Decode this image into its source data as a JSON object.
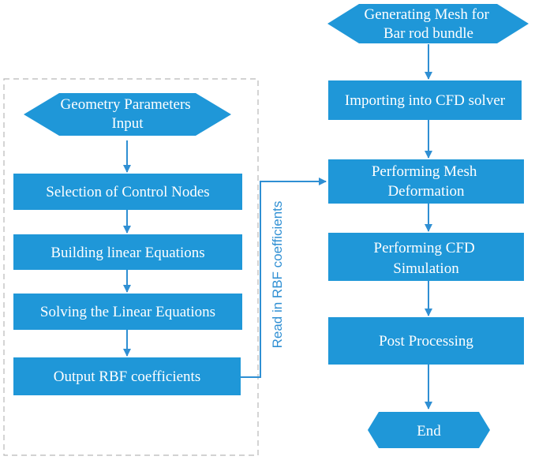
{
  "colors": {
    "node_fill": "#1f97d8",
    "node_text": "#ffffff",
    "arrow": "#2f8fd3",
    "dashed_border": "#b7b7b7",
    "side_label": "#2f8fd3"
  },
  "left_flow": {
    "start": {
      "lines": [
        "Geometry Parameters",
        "Input"
      ]
    },
    "steps": [
      {
        "lines": [
          "Selection of Control Nodes"
        ]
      },
      {
        "lines": [
          "Building linear Equations"
        ]
      },
      {
        "lines": [
          "Solving the Linear Equations"
        ]
      },
      {
        "lines": [
          "Output RBF coefficients"
        ]
      }
    ]
  },
  "connector_label": "Read in RBF coefficients",
  "right_flow": {
    "start": {
      "lines": [
        "Generating Mesh for",
        "Bar rod bundle"
      ]
    },
    "steps": [
      {
        "lines": [
          "Importing into CFD solver"
        ]
      },
      {
        "lines": [
          "Performing Mesh",
          "Deformation"
        ]
      },
      {
        "lines": [
          "Performing CFD",
          "Simulation"
        ]
      },
      {
        "lines": [
          "Post Processing"
        ]
      }
    ],
    "end": {
      "lines": [
        "End"
      ]
    }
  }
}
